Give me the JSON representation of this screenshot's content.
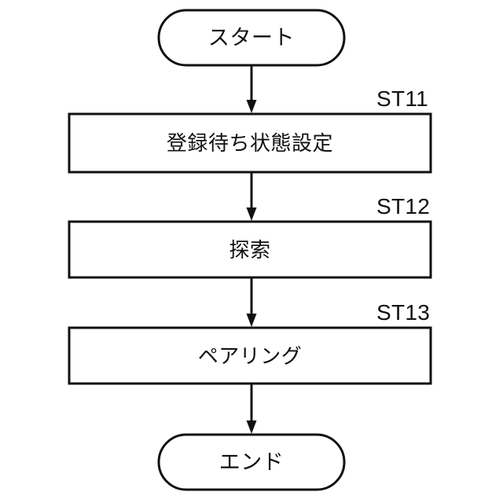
{
  "diagram": {
    "type": "flowchart",
    "orientation": "vertical",
    "background_color": "#ffffff",
    "stroke_color": "#111111",
    "fill_color": "#ffffff",
    "nodes": [
      {
        "id": "start",
        "shape": "terminator",
        "label": "スタート",
        "step": ""
      },
      {
        "id": "st11",
        "shape": "process",
        "label": "登録待ち状態設定",
        "step": "ST11"
      },
      {
        "id": "st12",
        "shape": "process",
        "label": "探索",
        "step": "ST12"
      },
      {
        "id": "st13",
        "shape": "process",
        "label": "ペアリング",
        "step": "ST13"
      },
      {
        "id": "end",
        "shape": "terminator",
        "label": "エンド",
        "step": ""
      }
    ],
    "edges": [
      {
        "from": "start",
        "to": "st11",
        "label": ""
      },
      {
        "from": "st11",
        "to": "st12",
        "label": ""
      },
      {
        "from": "st12",
        "to": "st13",
        "label": ""
      },
      {
        "from": "st13",
        "to": "end",
        "label": ""
      }
    ]
  }
}
